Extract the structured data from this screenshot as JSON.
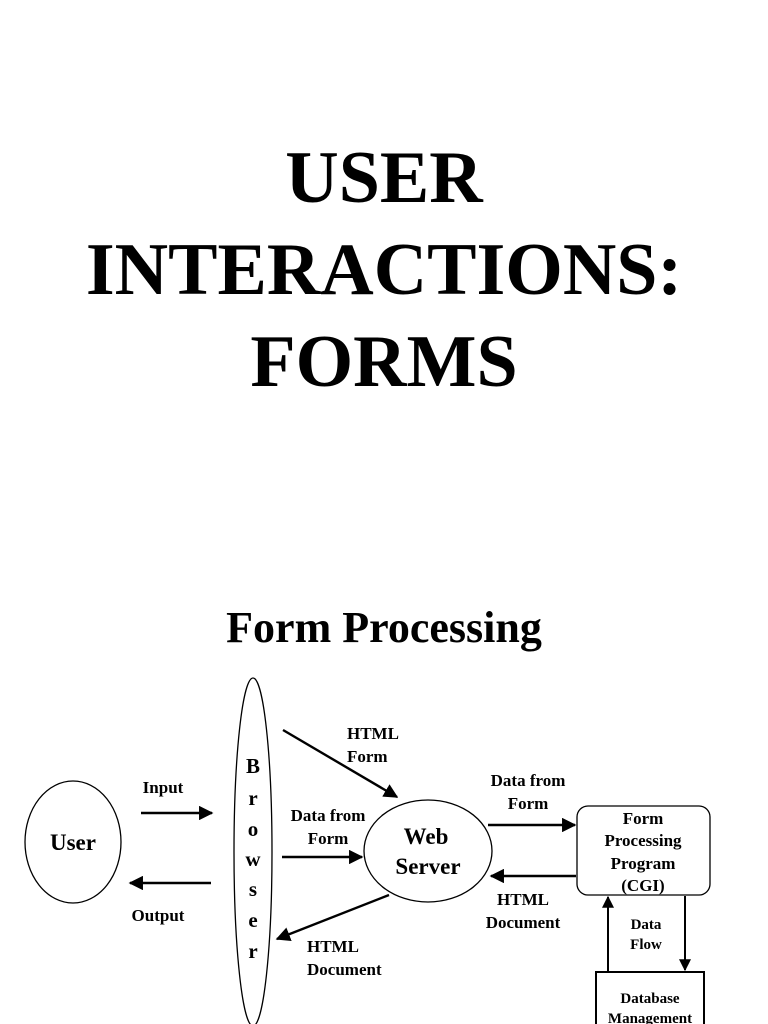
{
  "slide1": {
    "title_lines": [
      "USER",
      "INTERACTIONS:",
      "FORMS"
    ]
  },
  "slide2": {
    "title": "Form Processing",
    "nodes": {
      "user": "User",
      "browser_letters": [
        "B",
        "r",
        "o",
        "w",
        "s",
        "e",
        "r"
      ],
      "web_server": [
        "Web",
        "Server"
      ],
      "cgi": [
        "Form",
        "Processing",
        "Program",
        "(CGI)"
      ],
      "database": [
        "Database",
        "Management"
      ]
    },
    "edges": {
      "input": "Input",
      "output": "Output",
      "html_form": [
        "HTML",
        "Form"
      ],
      "data_from_form_1": [
        "Data from",
        "Form"
      ],
      "html_document_1": [
        "HTML",
        "Document"
      ],
      "data_from_form_2": [
        "Data from",
        "Form"
      ],
      "html_document_2": [
        "HTML",
        "Document"
      ],
      "data_flow": [
        "Data",
        "Flow"
      ]
    }
  }
}
